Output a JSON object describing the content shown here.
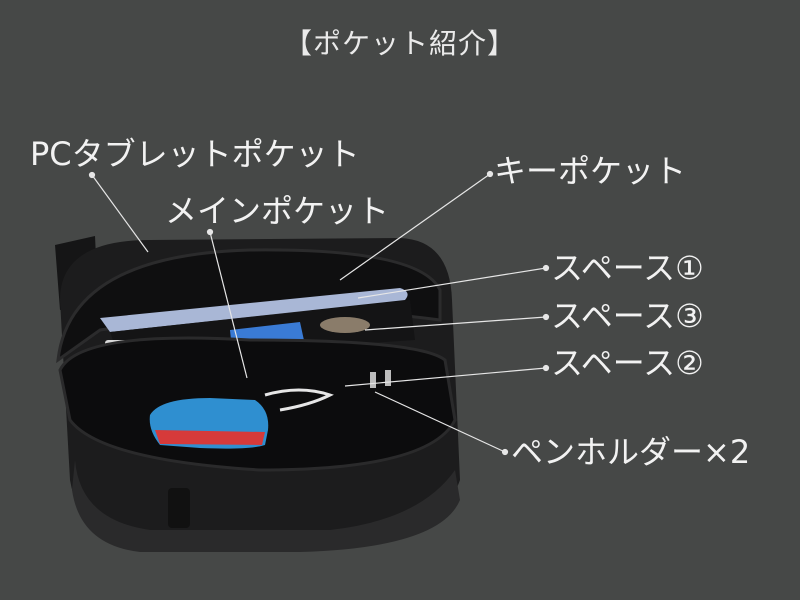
{
  "title": "【ポケット紹介】",
  "labels": {
    "pc_tablet_pocket": "PCタブレットポケット",
    "main_pocket": "メインポケット",
    "key_pocket": "キーポケット",
    "space_1": "スペース①",
    "space_3": "スペース③",
    "space_2": "スペース②",
    "pen_holder": "ペンホルダー×2"
  },
  "colors": {
    "background": "#464847",
    "text": "#f2f2f2",
    "bag": "#1b1b1c",
    "tablet": "#a9b7d6",
    "pouch_blue": "#2f8fd0",
    "pouch_red": "#d63a3a"
  }
}
